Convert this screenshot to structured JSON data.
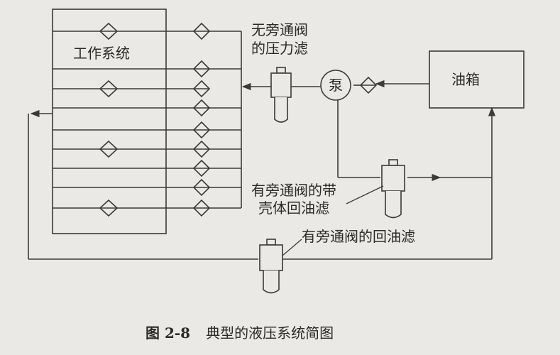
{
  "labels": {
    "work_system": "工作系统",
    "pressure_filter_line1": "无旁通阀",
    "pressure_filter_line2": "的压力滤",
    "pump": "泵",
    "tank": "油箱",
    "housed_return_filter_line1": "有旁通阀的带",
    "housed_return_filter_line2": "壳体回油滤",
    "bypass_return_filter": "有旁通阀的回油滤"
  },
  "caption": {
    "figure_number": "图 2-8",
    "title": "典型的液压系统简图"
  },
  "colors": {
    "line": "#3a3a3a",
    "background": "#eae9e5"
  }
}
